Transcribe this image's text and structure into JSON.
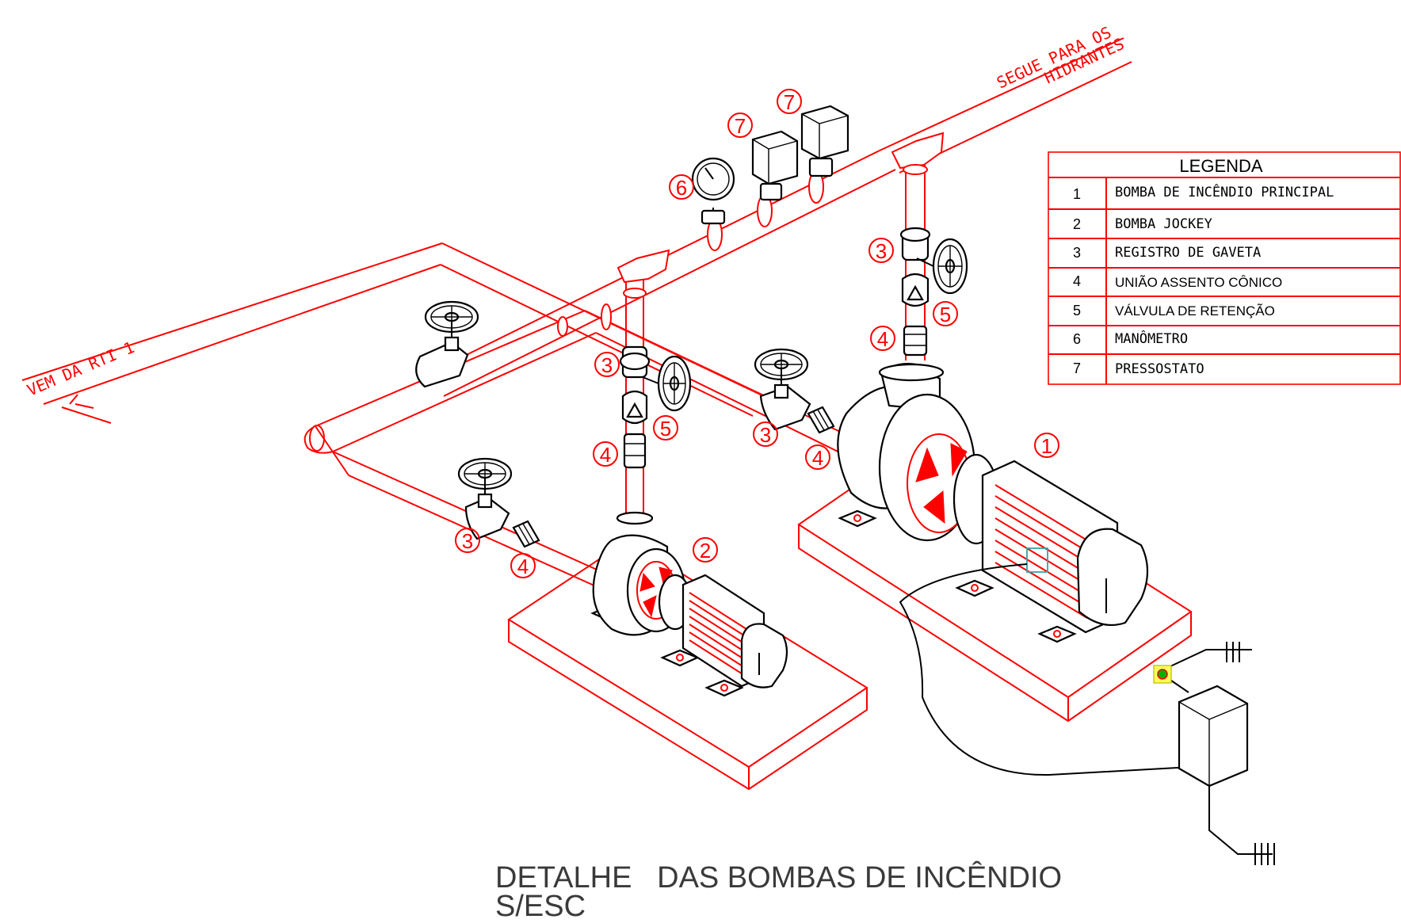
{
  "diagram": {
    "labels": {
      "from": "VEM DA RTI 1",
      "to_line1": "SEGUE PARA OS",
      "to_line2": "HIDRANTES"
    },
    "callouts": {
      "pump_main": "1",
      "pump_jockey": "2",
      "gate_valve": "3",
      "union": "4",
      "check_valve": "5",
      "gauge": "6",
      "pressure_switch": "7"
    },
    "legend": {
      "title": "LEGENDA",
      "items": [
        {
          "num": "1",
          "text": "BOMBA DE INCÊNDIO PRINCIPAL"
        },
        {
          "num": "2",
          "text": "BOMBA JOCKEY"
        },
        {
          "num": "3",
          "text": "REGISTRO DE GAVETA"
        },
        {
          "num": "4",
          "text": "UNIÃO ASSENTO CÔNICO"
        },
        {
          "num": "5",
          "text": "VÁLVULA DE RETENÇÃO"
        },
        {
          "num": "6",
          "text": "MANÔMETRO"
        },
        {
          "num": "7",
          "text": "PRESSOSTATO"
        }
      ]
    },
    "caption_line1": "DETALHE   DAS BOMBAS DE INCÊNDIO",
    "caption_line2": "S/ESC",
    "colors": {
      "pipe": "#ff0000",
      "equipment": "#000000",
      "marker": "#00a000"
    }
  }
}
